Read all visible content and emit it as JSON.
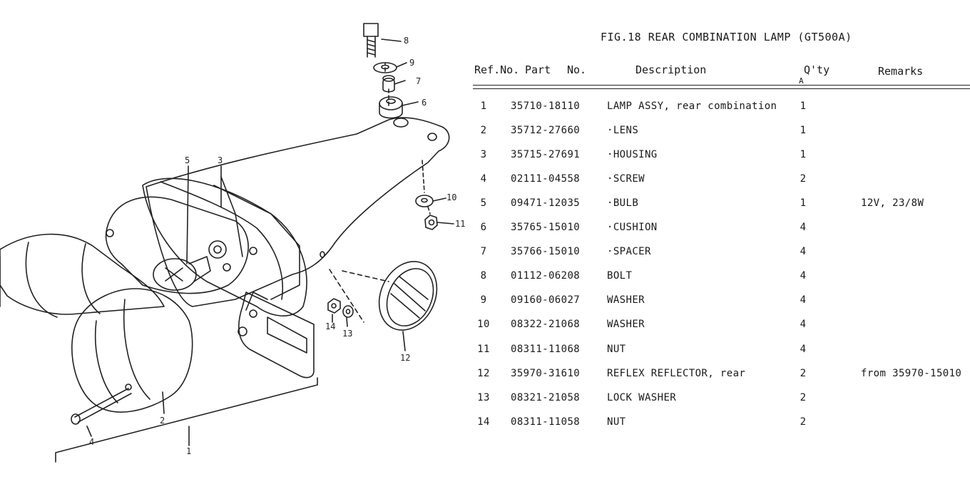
{
  "title": "FIG.18  REAR COMBINATION LAMP (GT500A)",
  "headers": {
    "ref": "Ref.No.",
    "part": "Part",
    "no": "No.",
    "description": "Description",
    "qty": "Q'ty",
    "qty_sub": "A",
    "remarks": "Remarks"
  },
  "rows": [
    {
      "ref": "1",
      "part": "35710-18110",
      "desc": "LAMP ASSY, rear combination",
      "qty": "1",
      "remarks": ""
    },
    {
      "ref": "2",
      "part": "35712-27660",
      "desc": "·LENS",
      "qty": "1",
      "remarks": ""
    },
    {
      "ref": "3",
      "part": "35715-27691",
      "desc": "·HOUSING",
      "qty": "1",
      "remarks": ""
    },
    {
      "ref": "4",
      "part": "02111-04558",
      "desc": "·SCREW",
      "qty": "2",
      "remarks": ""
    },
    {
      "ref": "5",
      "part": "09471-12035",
      "desc": "·BULB",
      "qty": "1",
      "remarks": "12V, 23/8W"
    },
    {
      "ref": "6",
      "part": "35765-15010",
      "desc": "·CUSHION",
      "qty": "4",
      "remarks": ""
    },
    {
      "ref": "7",
      "part": "35766-15010",
      "desc": "·SPACER",
      "qty": "4",
      "remarks": ""
    },
    {
      "ref": "8",
      "part": "01112-06208",
      "desc": "BOLT",
      "qty": "4",
      "remarks": ""
    },
    {
      "ref": "9",
      "part": "09160-06027",
      "desc": "WASHER",
      "qty": "4",
      "remarks": ""
    },
    {
      "ref": "10",
      "part": "08322-21068",
      "desc": "WASHER",
      "qty": "4",
      "remarks": ""
    },
    {
      "ref": "11",
      "part": "08311-11068",
      "desc": "NUT",
      "qty": "4",
      "remarks": ""
    },
    {
      "ref": "12",
      "part": "35970-31610",
      "desc": "REFLEX REFLECTOR, rear",
      "qty": "2",
      "remarks": "from 35970-15010"
    },
    {
      "ref": "13",
      "part": "08321-21058",
      "desc": "LOCK WASHER",
      "qty": "2",
      "remarks": ""
    },
    {
      "ref": "14",
      "part": "08311-11058",
      "desc": "NUT",
      "qty": "2",
      "remarks": ""
    }
  ],
  "callouts": [
    "1",
    "2",
    "3",
    "4",
    "5",
    "6",
    "7",
    "8",
    "9",
    "10",
    "11",
    "12",
    "13",
    "14"
  ]
}
